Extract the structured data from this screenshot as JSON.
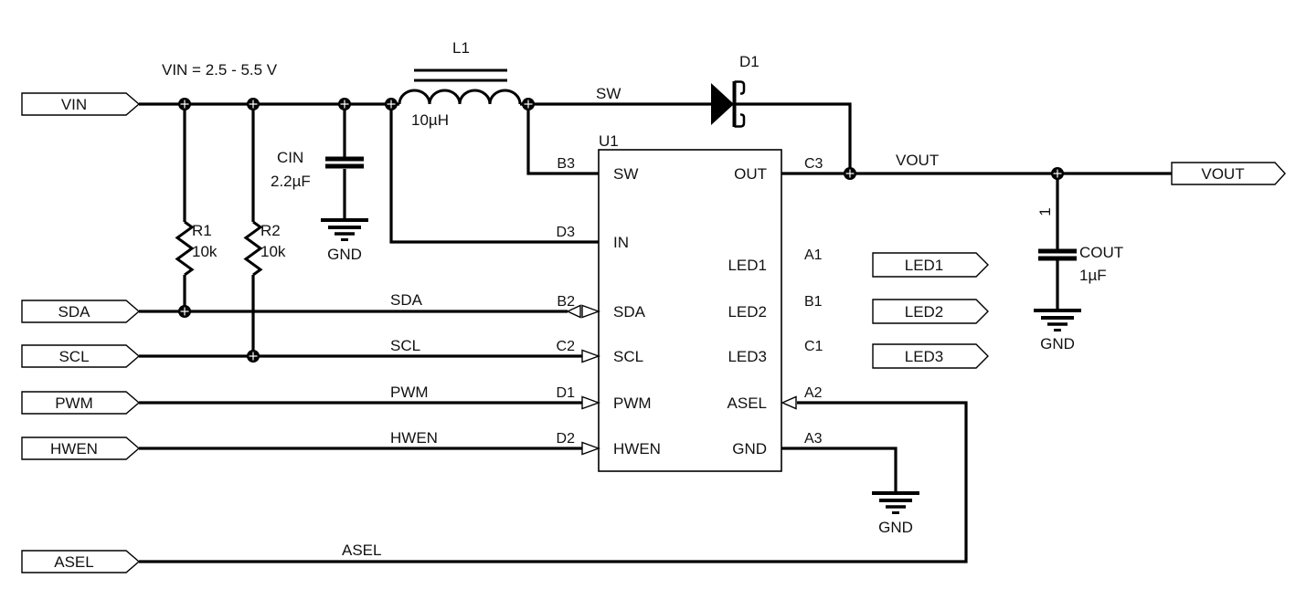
{
  "schematic": {
    "annotation_vin_range": "VIN = 2.5 - 5.5 V",
    "ports": {
      "vin": "VIN",
      "sda": "SDA",
      "scl": "SCL",
      "pwm": "PWM",
      "hwen": "HWEN",
      "asel": "ASEL",
      "vout": "VOUT",
      "led1": "LED1",
      "led2": "LED2",
      "led3": "LED3"
    },
    "nets": {
      "sw": "SW",
      "sda": "SDA",
      "scl": "SCL",
      "pwm": "PWM",
      "hwen": "HWEN",
      "vout": "VOUT",
      "asel": "ASEL"
    },
    "components": {
      "u1": {
        "refdes": "U1",
        "left_pins": [
          {
            "name": "SW",
            "number": "B3"
          },
          {
            "name": "IN",
            "number": "D3"
          },
          {
            "name": "SDA",
            "number": "B2"
          },
          {
            "name": "SCL",
            "number": "C2"
          },
          {
            "name": "PWM",
            "number": "D1"
          },
          {
            "name": "HWEN",
            "number": "D2"
          }
        ],
        "right_pins": [
          {
            "name": "OUT",
            "number": "C3"
          },
          {
            "name": "LED1",
            "number": "A1"
          },
          {
            "name": "LED2",
            "number": "B1"
          },
          {
            "name": "LED3",
            "number": "C1"
          },
          {
            "name": "ASEL",
            "number": "A2"
          },
          {
            "name": "GND",
            "number": "A3"
          }
        ]
      },
      "l1": {
        "refdes": "L1",
        "value": "10µH"
      },
      "d1": {
        "refdes": "D1"
      },
      "cin": {
        "refdes": "CIN",
        "value": "2.2µF"
      },
      "cout": {
        "refdes": "COUT",
        "value": "1µF",
        "pin1": "1"
      },
      "r1": {
        "refdes": "R1",
        "value": "10k"
      },
      "r2": {
        "refdes": "R2",
        "value": "10k"
      }
    },
    "ground_labels": [
      "GND",
      "GND",
      "GND"
    ]
  }
}
